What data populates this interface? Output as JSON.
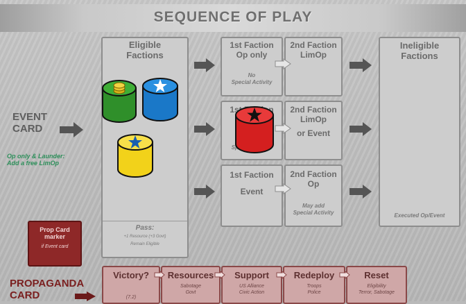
{
  "title": "SEQUENCE OF PLAY",
  "event_card": {
    "label_line1": "EVENT",
    "label_line2": "CARD",
    "note_line1": "Op only & Launder:",
    "note_line2": "Add a free LimOp"
  },
  "eligible": {
    "title_line1": "Eligible",
    "title_line2": "Factions",
    "pass_title": "Pass:",
    "pass_line1": "+1 Resource (+3 Govt)",
    "pass_line2": "Remain Eligible"
  },
  "rows": [
    {
      "first_line1": "1st Faction",
      "first_line2": "Op only",
      "first_note_line1": "No",
      "first_note_line2": "Special Activity",
      "second_line1": "2nd Faction",
      "second_line2": "LimOp",
      "second_line3": "",
      "second_note_line1": "",
      "second_note_line2": ""
    },
    {
      "first_line1": "1st Faction",
      "first_line2": "",
      "first_note_line1": "",
      "first_note_line2": "Special Activity",
      "second_line1": "2nd Faction",
      "second_line2": "LimOp",
      "second_line3": "or Event",
      "second_note_line1": "",
      "second_note_line2": ""
    },
    {
      "first_line1": "1st Faction",
      "first_line2": "Event",
      "first_note_line1": "",
      "first_note_line2": "",
      "second_line1": "2nd Faction",
      "second_line2": "Op",
      "second_line3": "",
      "second_note_line1": "May add",
      "second_note_line2": "Special Activity"
    }
  ],
  "ineligible": {
    "title_line1": "Ineligible",
    "title_line2": "Factions",
    "note": "Executed Op/Event"
  },
  "prop_marker": {
    "line1": "Prop Card",
    "line2": "marker",
    "line3": "if Event card"
  },
  "propaganda": {
    "line1": "PROPAGANDA",
    "line2": "CARD"
  },
  "phases": [
    {
      "title": "Victory?",
      "sub1": "(7.2)",
      "sub2": ""
    },
    {
      "title": "Resources",
      "sub1": "Sabotage",
      "sub2": "Govt"
    },
    {
      "title": "Support",
      "sub1": "US Alliance",
      "sub2": "Civic Action"
    },
    {
      "title": "Redeploy",
      "sub1": "Troops",
      "sub2": "Police"
    },
    {
      "title": "Reset",
      "sub1": "Eligibility",
      "sub2": "Terror, Sabotage"
    }
  ],
  "colors": {
    "faction_green": "#2f8f2a",
    "faction_blue": "#1a78c8",
    "faction_yellow": "#f2d21a",
    "faction_red": "#d41f1f",
    "event_note": "#2d8f5a",
    "propaganda_text": "#7a1f1f"
  },
  "pieces": [
    {
      "name": "green-cylinder",
      "color": "green",
      "symbol": "gold-coins"
    },
    {
      "name": "blue-cylinder",
      "color": "blue",
      "symbol": "white-star"
    },
    {
      "name": "yellow-cylinder",
      "color": "yellow",
      "symbol": "blue-star"
    },
    {
      "name": "red-cylinder",
      "color": "red",
      "symbol": "black-star"
    }
  ]
}
